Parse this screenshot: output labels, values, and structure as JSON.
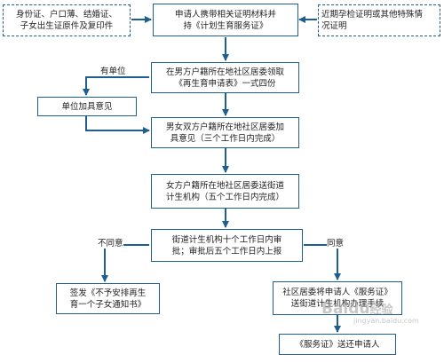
{
  "boxes": {
    "docs_left": "身份证、户口薄、结婚证、\n子女出生证原件及复印件",
    "apply": "申请人携带相关证明材料并\n持《计划生育服务证》",
    "docs_right": "近期孕检证明或其他特殊情\n况证明",
    "get_form": "在男方户籍所在地社区居委领取\n《再生育申请表》一式四份",
    "unit_opinion": "单位加具意见",
    "committee_opinion": "男女双方户籍所在地社区居委加\n具意见（三个工作日内完成）",
    "send_street": "女方户籍所在地社区居委送街道\n计生机构（五个工作日内完成）",
    "street_review": "街道计生机构十个工作日内审\n批；审批后五个工作日内上报",
    "notice": "签发《不予安排再生\n育一个子女通知书》",
    "return_cert": "社区居委将申请人《服务证》\n送街道计生机构办理手续",
    "deliver": "《服务证》送还申请人"
  },
  "labels": {
    "has_unit": "有单位",
    "disagree": "不同意",
    "agree": "同意"
  },
  "watermark": {
    "brand": "Baidu",
    "brand_cn": "经验",
    "url": "jingyan.baidu.com"
  },
  "colors": {
    "border": "#1f5f8f",
    "arrow": "#1f5f8f"
  }
}
